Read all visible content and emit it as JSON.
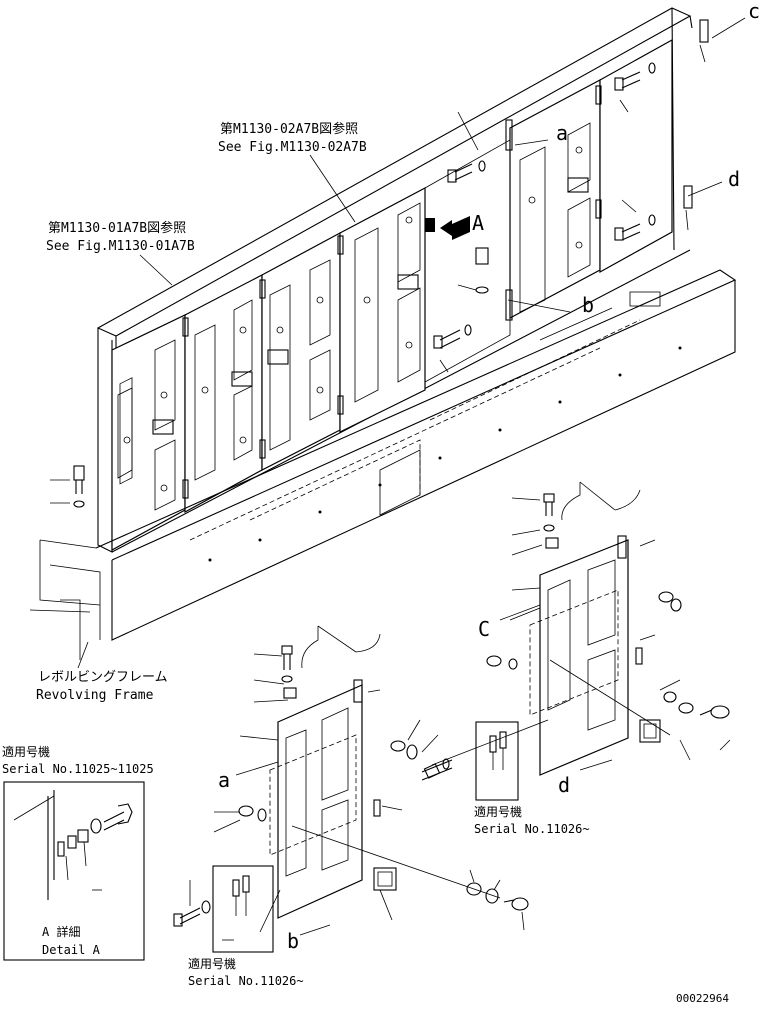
{
  "references": {
    "ref1_jp": "第M1130-01A7B図参照",
    "ref1_en": "See Fig.M1130-01A7B",
    "ref2_jp": "第M1130-02A7B図参照",
    "ref2_en": "See Fig.M1130-02A7B"
  },
  "frame": {
    "label_jp": "レボルビングフレーム",
    "label_en": "Revolving Frame"
  },
  "detail": {
    "serial_heading_jp": "適用号機",
    "serial_range": "Serial No.11025~11025",
    "caption_jp": "A 詳細",
    "caption_en": "Detail A"
  },
  "serial_boxes": [
    {
      "heading_jp": "適用号機",
      "serial": "Serial No.11026~"
    },
    {
      "heading_jp": "適用号機",
      "serial": "Serial No.11026~"
    }
  ],
  "view_letters": {
    "A": "A",
    "a": "a",
    "b": "b",
    "c": "c",
    "d": "d",
    "C": "C"
  },
  "drawing_number": "00022964"
}
